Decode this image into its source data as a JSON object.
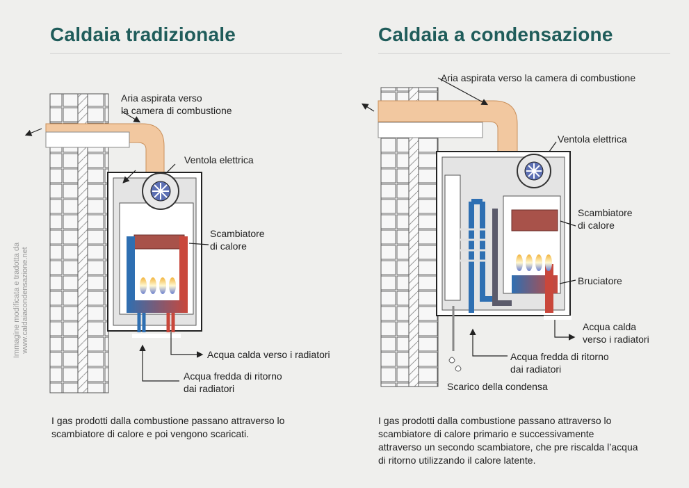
{
  "left": {
    "title": "Caldaia tradizionale",
    "labels": {
      "air_line1": "Aria aspirata verso",
      "air_line2": "la camera di combustione",
      "fan": "Ventola elettrica",
      "exchanger_line1": "Scambiatore",
      "exchanger_line2": "di calore",
      "hot_water": "Acqua calda verso i radiatori",
      "cold_line1": "Acqua fredda di ritorno",
      "cold_line2": "dai radiatori"
    },
    "description_line1": "I gas prodotti dalla combustione passano attraverso lo",
    "description_line2": "scambiatore di calore e poi vengono scaricati."
  },
  "right": {
    "title": "Caldaia a condensazione",
    "labels": {
      "air": "Aria aspirata verso la camera di combustione",
      "fan": "Ventola elettrica",
      "exchanger_line1": "Scambiatore",
      "exchanger_line2": "di calore",
      "burner": "Bruciatore",
      "hot_line1": "Acqua calda",
      "hot_line2": "verso i radiatori",
      "cold_line1": "Acqua fredda di ritorno",
      "cold_line2": "dai radiatori",
      "drain": "Scarico della condensa"
    },
    "description_line1": "I gas prodotti dalla combustione passano attraverso lo",
    "description_line2": "scambiatore di calore primario e successivamente",
    "description_line3": "attraverso un secondo scambiatore, che pre riscalda l’acqua",
    "description_line4": "di ritorno utilizzando il calore latente."
  },
  "watermark": "Immagine modificata e tradotta da www.caldaiacondensazione.net",
  "colors": {
    "title": "#1f5c5a",
    "flue": "#f2c8a0",
    "flue_stroke": "#d7a06b",
    "fan": "#5c6fb3",
    "hot_pipe": "#c9473b",
    "cold_pipe": "#2e6fb2",
    "exchanger": "#a8524a",
    "casing": "#dcdcdc"
  }
}
